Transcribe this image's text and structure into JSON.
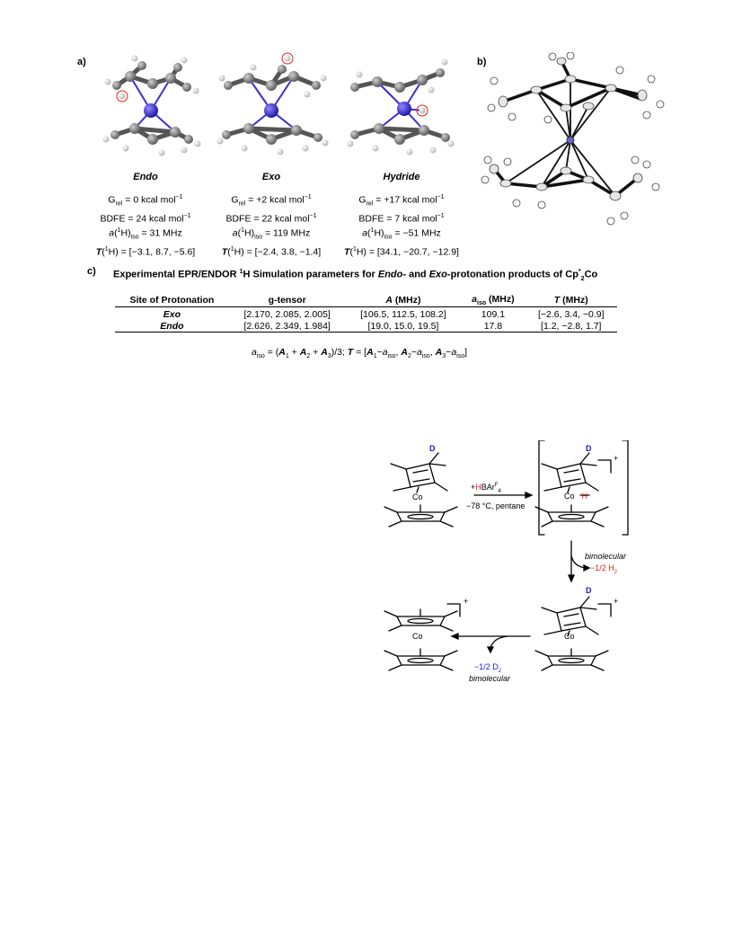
{
  "panel_a": {
    "label": "a)",
    "structures": [
      {
        "name": "Endo",
        "g_rel": "G",
        "g_rel_sub": "rel",
        "g_rel_value": " = 0 kcal mol",
        "bdfe": "BDFE = 24 kcal mol",
        "a_iso_pre": "a",
        "a_iso_mid": "(",
        "a_iso_sup": "1",
        "a_iso_mid2": "H)",
        "a_iso_sub": "iso",
        "a_iso_value": " = 31 MHz",
        "t_pre": "T",
        "t_value": "H) = [−3.1, 8.7, −5.6]"
      },
      {
        "name": "Exo",
        "g_rel": "G",
        "g_rel_sub": "rel",
        "g_rel_value": " = +2 kcal mol",
        "bdfe": "BDFE = 22 kcal mol",
        "a_iso_pre": "a",
        "a_iso_mid": "(",
        "a_iso_sup": "1",
        "a_iso_mid2": "H)",
        "a_iso_sub": "iso",
        "a_iso_value": " = 119 MHz",
        "t_pre": "T",
        "t_value": "H) = [−2.4, 3.8, −1.4]"
      },
      {
        "name": "Hydride",
        "g_rel": "G",
        "g_rel_sub": "rel",
        "g_rel_value": " = +17 kcal mol",
        "bdfe": "BDFE = 7 kcal mol",
        "a_iso_pre": "a",
        "a_iso_mid": "(",
        "a_iso_sup": "1",
        "a_iso_mid2": "H)",
        "a_iso_sub": "iso",
        "a_iso_value": " = −51 MHz",
        "t_pre": "T",
        "t_value": "H) = [34.1, −20.7, −12.9]"
      }
    ],
    "unit_sup": "−1",
    "paren_open": "(",
    "sup_one": "1"
  },
  "panel_b": {
    "label": "b)"
  },
  "panel_c": {
    "label": "c)",
    "title_pre": "Experimental EPR/ENDOR ",
    "title_sup": "1",
    "title_mid": "H Simulation parameters for ",
    "title_endo": "Endo",
    "title_and": "- and ",
    "title_exo": "Exo",
    "title_post": "-protonation products of Cp",
    "title_sup2": "*",
    "title_sub": "2",
    "title_end": "Co",
    "headers": {
      "site": "Site of Protonation",
      "g": "g-tensor",
      "A": "A",
      "A_unit": " (MHz)",
      "aiso": "a",
      "aiso_sub": "iso",
      "aiso_unit": " (MHz)",
      "T": "T",
      "T_unit": " (MHz)"
    },
    "rows": [
      {
        "site": "Exo",
        "g": "[2.170, 2.085, 2.005]",
        "A": "[106.5, 112.5, 108.2]",
        "aiso": "109.1",
        "T": "[−2.6, 3.4, −0.9]"
      },
      {
        "site": "Endo",
        "g": "[2.626, 2.349, 1.984]",
        "A": "[19.0, 15.0, 19.5]",
        "aiso": "17.8",
        "T": "[1.2, −2.8, 1.7]"
      }
    ],
    "footnote": {
      "a": "a",
      "iso": "iso",
      "eq1": " = (",
      "A": "A",
      "s1": "1",
      "plus1": " + ",
      "s2": "2",
      "plus2": " + ",
      "s3": "3",
      "div": ")/3; ",
      "T": "T",
      "eq2": " = [",
      "minus": "−",
      "comma": ", ",
      "close": "]"
    }
  },
  "scheme": {
    "D": "D",
    "Co": "Co",
    "CoH_co": "Co",
    "CoH_h": "H",
    "plus": "+",
    "reagent_plus": "+",
    "reagent_h": "H",
    "reagent_rest": "BAr",
    "reagent_sup": "F",
    "reagent_sub": "4",
    "conditions": "−78 °C, pentane",
    "bimolecular": "bimolecular",
    "h2_pre": "−1/2 H",
    "h2_sub": "2",
    "d2_pre": "−1/2 D",
    "d2_sub": "2",
    "colors": {
      "deuterium": "#1a1acc",
      "hydrogen": "#e0251b",
      "cobalt_atom": "#3b2fd0",
      "carbon_atom": "#7b7b7b"
    }
  }
}
